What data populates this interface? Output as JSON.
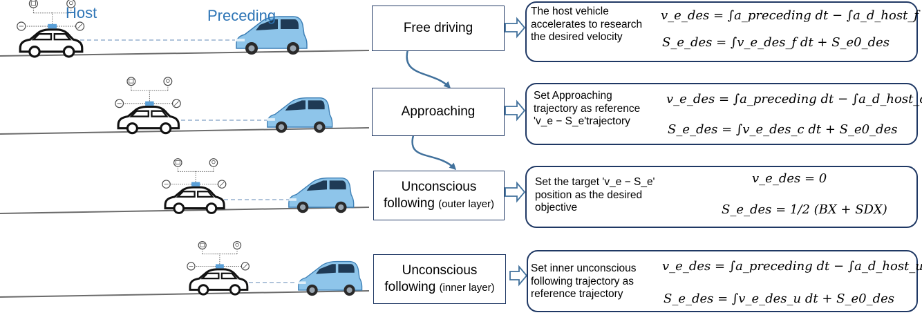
{
  "labels": {
    "host": "Host",
    "preceding": "Preceding"
  },
  "colors": {
    "box_border": "#1f3864",
    "arrow": "#41719c",
    "label_blue": "#2e75b6",
    "car_blue": "#8ec5ea",
    "road": "#6b6b6b",
    "link_dashed": "#7f9fc4"
  },
  "stages": [
    {
      "line1": "Free driving",
      "line2": "",
      "small": ""
    },
    {
      "line1": "Approaching",
      "line2": "",
      "small": ""
    },
    {
      "line1": "Unconscious",
      "line2": "following",
      "small": "(outer layer)"
    },
    {
      "line1": "Unconscious",
      "line2": "following",
      "small": "(inner layer)"
    }
  ],
  "descriptions": [
    {
      "lines": [
        "The host vehicle",
        "accelerates to research",
        "the desired velocity"
      ],
      "eq1": "v_e_des = ∫a_preceding dt − ∫a_d_host_f dt",
      "eq2": "S_e_des = ∫v_e_des_f dt + S_e0_des"
    },
    {
      "lines": [
        "Set Approaching",
        "trajectory as reference",
        "'v_e − S_e'trajectory"
      ],
      "eq1": "v_e_des = ∫a_preceding dt − ∫a_d_host_c dt",
      "eq2": "S_e_des = ∫v_e_des_c dt + S_e0_des"
    },
    {
      "lines": [
        "Set the target 'v_e − S_e'",
        "position as the desired",
        "objective"
      ],
      "eq1": "v_e_des = 0",
      "eq2": "S_e_des = 1/2 (BX + SDX)"
    },
    {
      "lines": [
        "Set inner unconscious",
        "following  trajectory as",
        "reference trajectory"
      ],
      "eq1": "v_e_des = ∫a_preceding dt − ∫a_d_host_u dt",
      "eq2": "S_e_des = ∫v_e_des_u dt + S_e0_des"
    }
  ]
}
